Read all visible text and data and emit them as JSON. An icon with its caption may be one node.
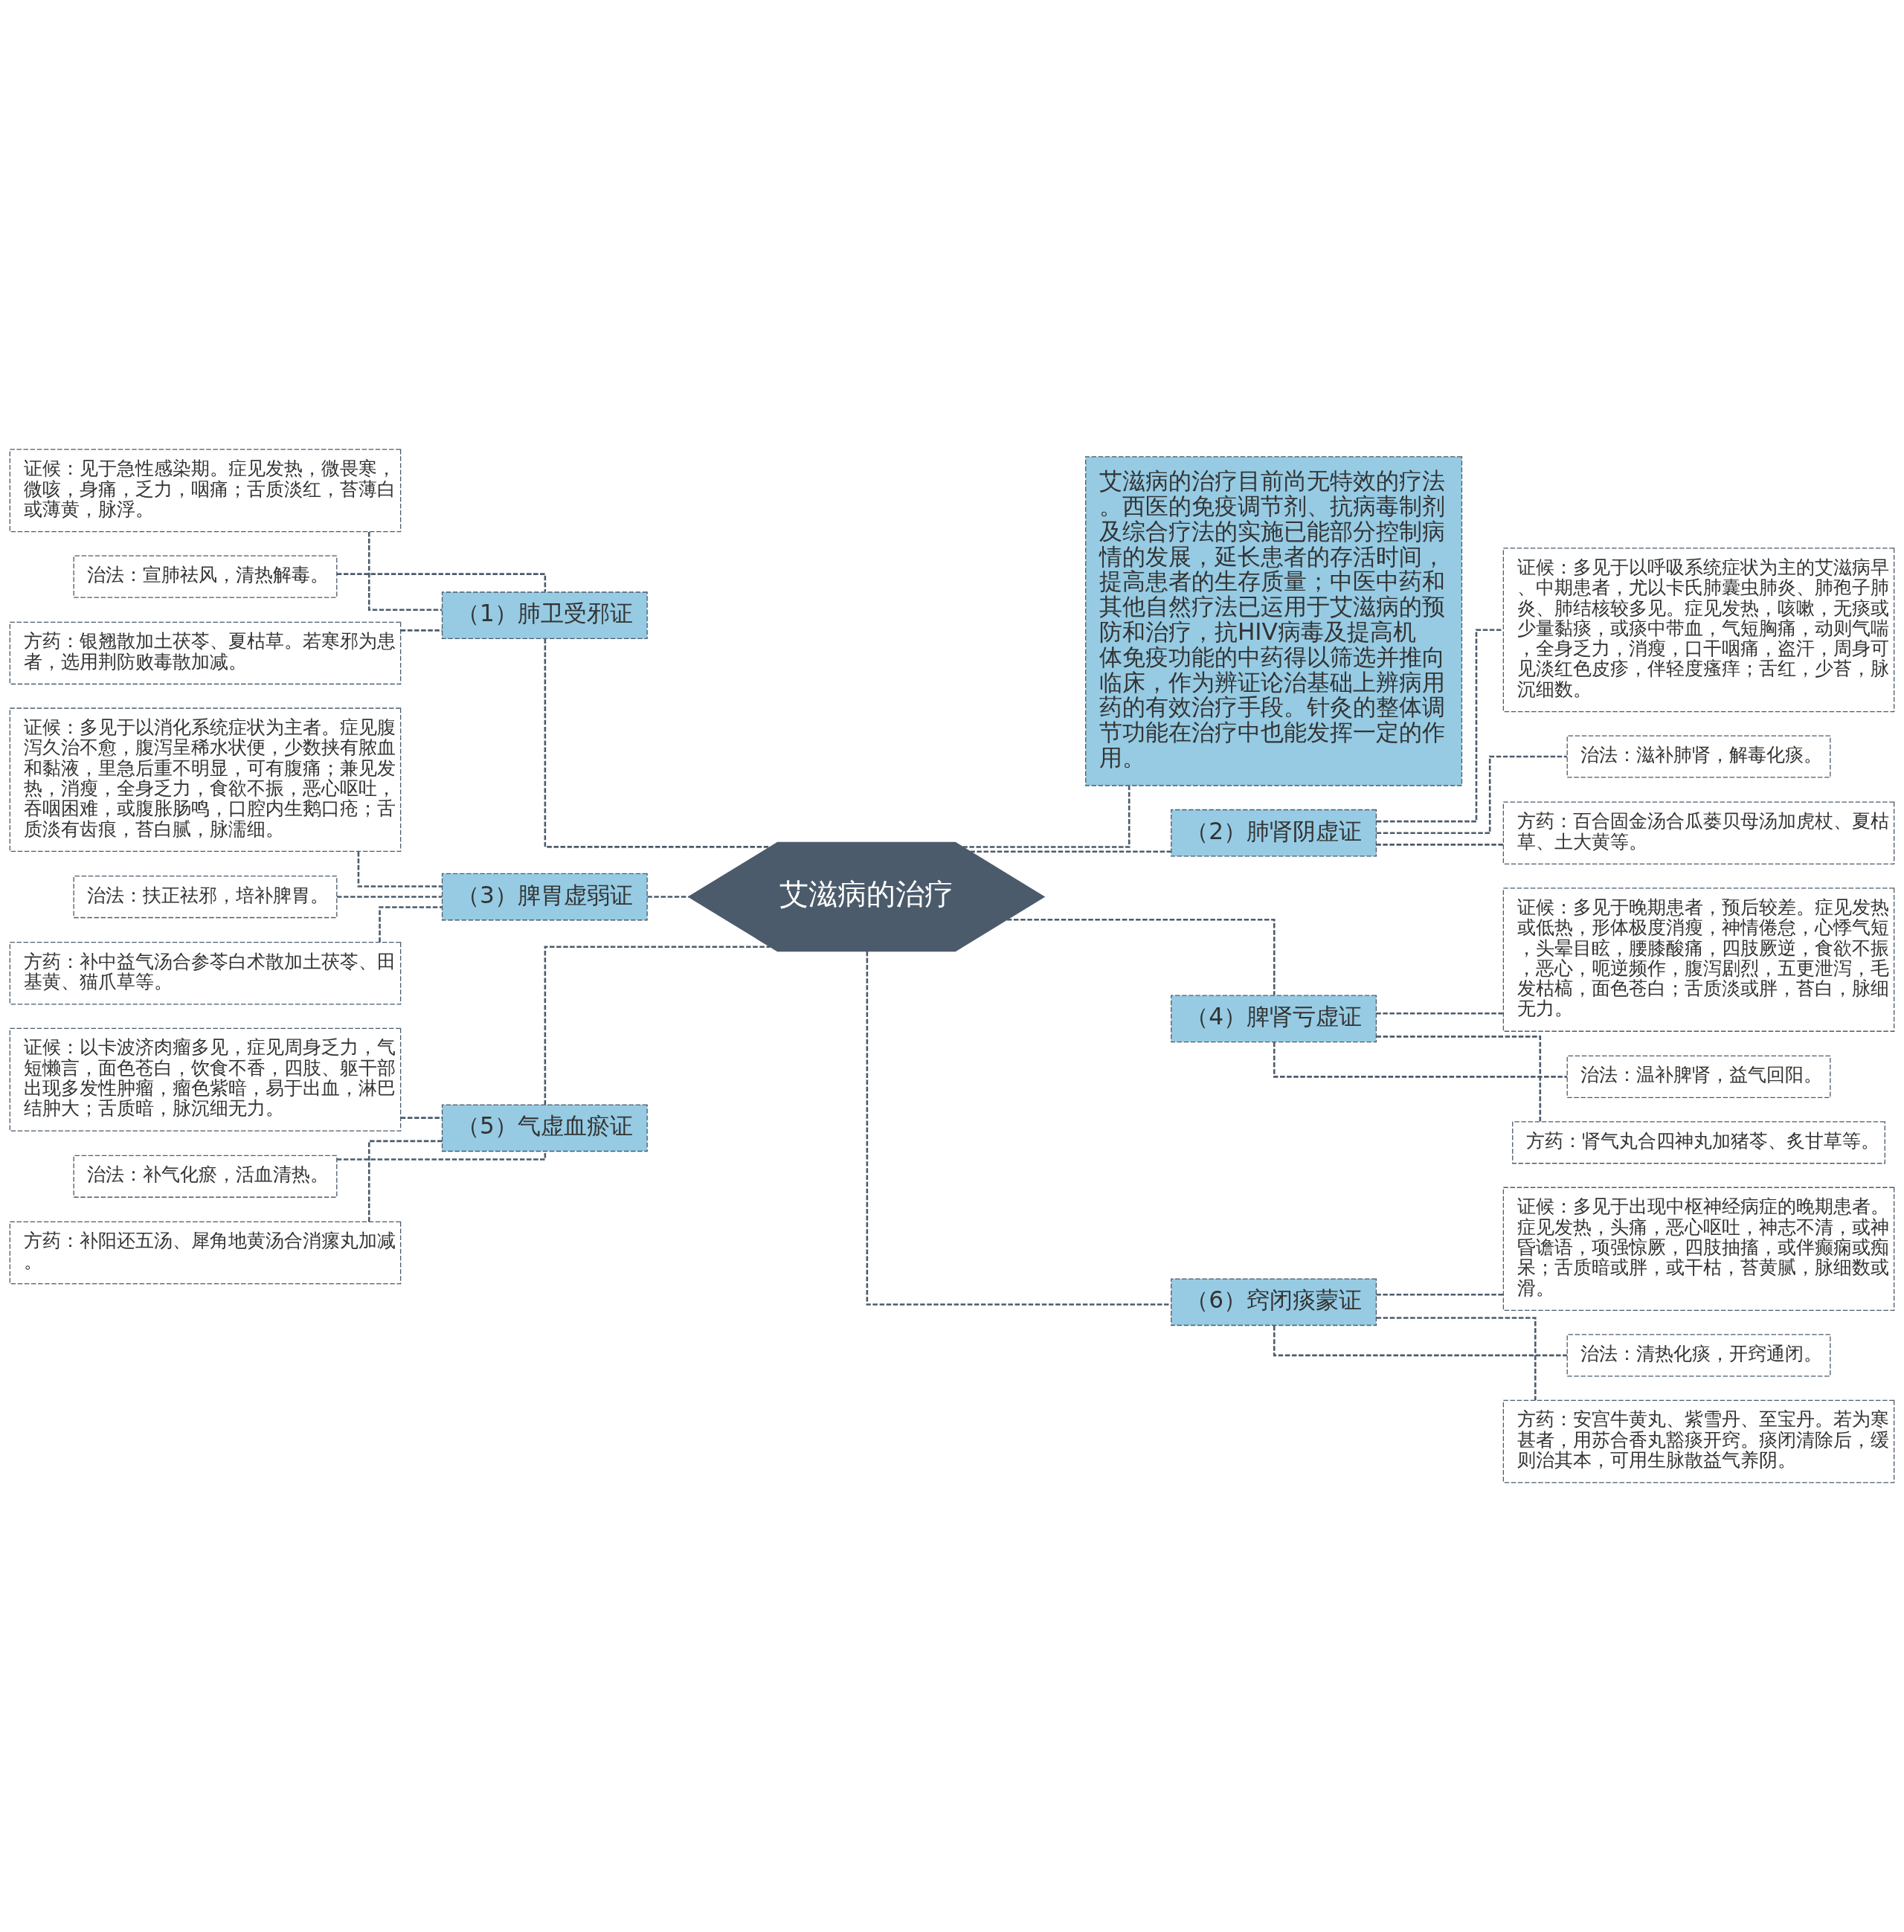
{
  "diagram": {
    "nodes": [
      {
        "text": [
          "艾滋病的治疗"
        ]
      },
      {
        "text": [
          "艾滋病的治疗目前尚无特效的疗法。西医的免疫调节剂、抗病毒制剂及综合疗法的实施已能部分控制病情的发展，延长患者的存活时间，提高患者的生存质量；中医中药和其他自然疗法已运用于艾滋病的预防和治疗，抗HIV病毒及提高机体免疫功能的中药得以筛选并推向临床，作为辨证论治基础上辨病用药的有效治疗手段。针灸的整体调节功能在治疗中也能发挥一定的作用。"
        ]
      },
      {
        "text": [
          "（1）肺卫受邪证"
        ]
      },
      {
        "text": [
          "证候：见于急性感染期。症见发热，微畏寒，微咳，身痛，乏力，咽痛；舌质淡红，苔薄白或薄黄，脉浮。"
        ]
      },
      {
        "text": [
          "治法：宣肺祛风，清热解毒。"
        ]
      },
      {
        "text": [
          "方药：银翘散加土茯苓、夏枯草。若寒邪为患者，选用荆防败毒散加减。"
        ]
      },
      {
        "text": [
          "（2）肺肾阴虚证"
        ]
      },
      {
        "text": [
          "证候：多见于以呼吸系统症状为主的艾滋病早、中期患者，尤以卡氏肺囊虫肺炎、肺孢子肺炎、肺结核较多见。症见发热，咳嗽，无痰或少量黏痰，或痰中带血，气短胸痛，动则气喘，全身乏力，消瘦，口干咽痛，盗汗，周身可见淡红色皮疹，伴轻度瘙痒；舌红，少苔，脉沉细数。"
        ]
      },
      {
        "text": [
          "治法：滋补肺肾，解毒化痰。"
        ]
      },
      {
        "text": [
          "方药：百合固金汤合瓜蒌贝母汤加虎杖、夏枯草、土大黄等。"
        ]
      },
      {
        "text": [
          "（3）脾胃虚弱证"
        ]
      },
      {
        "text": [
          "证候：多见于以消化系统症状为主者。症见腹泻久治不愈，腹泻呈稀水状便，少数挟有脓血和黏液，里急后重不明显，可有腹痛；兼见发热，消瘦，全身乏力，食欲不振，恶心呕吐，吞咽困难，或腹胀肠鸣，口腔内生鹅口疮；舌质淡有齿痕，苔白腻，脉濡细。"
        ]
      },
      {
        "text": [
          "治法：扶正祛邪，培补脾胃。"
        ]
      },
      {
        "text": [
          "方药：补中益气汤合参苓白术散加土茯苓、田基黄、猫爪草等。"
        ]
      },
      {
        "text": [
          "（4）脾肾亏虚证"
        ]
      },
      {
        "text": [
          "证候：多见于晚期患者，预后较差。症见发热或低热，形体极度消瘦，神情倦怠，心悸气短，头晕目眩，腰膝酸痛，四肢厥逆，食欲不振，恶心，呃逆频作，腹泻剧烈，五更泄泻，毛发枯槁，面色苍白；舌质淡或胖，苔白，脉细无力。"
        ]
      },
      {
        "text": [
          "治法：温补脾肾，益气回阳。"
        ]
      },
      {
        "text": [
          "方药：肾气丸合四神丸加猪苓、炙甘草等。"
        ]
      },
      {
        "text": [
          "（5）气虚血瘀证"
        ]
      },
      {
        "text": [
          "证候：以卡波济肉瘤多见，症见周身乏力，气短懒言，面色苍白，饮食不香，四肢、躯干部出现多发性肿瘤，瘤色紫暗，易于出血，淋巴结肿大；舌质暗，脉沉细无力。"
        ]
      },
      {
        "text": [
          "治法：补气化瘀，活血清热。"
        ]
      },
      {
        "text": [
          "方药：补阳还五汤、犀角地黄汤合消瘰丸加减。"
        ]
      },
      {
        "text": [
          "（6）窍闭痰蒙证"
        ]
      },
      {
        "text": [
          "证候：多见于出现中枢神经病症的晚期患者。症见发热，头痛，恶心呕吐，神志不清，或神昏谵语，项强惊厥，四肢抽搐，或伴癫痫或痴呆；舌质暗或胖，或干枯，苔黄腻，脉细数或滑。"
        ]
      },
      {
        "text": [
          "治法：清热化痰，开窍通闭。"
        ]
      },
      {
        "text": [
          "方药：安宫牛黄丸、紫雪丹、至宝丹。若为寒甚者，用苏合香丸豁痰开窍。痰闭清除后，缓则治其本，可用生脉散益气养阴。"
        ]
      }
    ],
    "edges": [
      {
        "from": 0,
        "to": 1,
        "arrow": "none",
        "style": "dashed"
      },
      {
        "from": 0,
        "to": 2,
        "arrow": "none",
        "style": "dashed"
      },
      {
        "from": 2,
        "to": 3,
        "arrow": "none",
        "style": "dashed"
      },
      {
        "from": 2,
        "to": 4,
        "arrow": "none",
        "style": "dashed"
      },
      {
        "from": 2,
        "to": 5,
        "arrow": "none",
        "style": "dashed"
      },
      {
        "from": 0,
        "to": 6,
        "arrow": "none",
        "style": "dashed"
      },
      {
        "from": 6,
        "to": 7,
        "arrow": "none",
        "style": "dashed"
      },
      {
        "from": 6,
        "to": 8,
        "arrow": "none",
        "style": "dashed"
      },
      {
        "from": 6,
        "to": 9,
        "arrow": "none",
        "style": "dashed"
      },
      {
        "from": 0,
        "to": 10,
        "arrow": "none",
        "style": "dashed"
      },
      {
        "from": 10,
        "to": 11,
        "arrow": "none",
        "style": "dashed"
      },
      {
        "from": 10,
        "to": 12,
        "arrow": "none",
        "style": "dashed"
      },
      {
        "from": 10,
        "to": 13,
        "arrow": "none",
        "style": "dashed"
      },
      {
        "from": 0,
        "to": 14,
        "arrow": "none",
        "style": "dashed"
      },
      {
        "from": 14,
        "to": 15,
        "arrow": "none",
        "style": "dashed"
      },
      {
        "from": 14,
        "to": 16,
        "arrow": "none",
        "style": "dashed"
      },
      {
        "from": 14,
        "to": 17,
        "arrow": "none",
        "style": "dashed"
      },
      {
        "from": 0,
        "to": 18,
        "arrow": "none",
        "style": "dashed"
      },
      {
        "from": 18,
        "to": 19,
        "arrow": "none",
        "style": "dashed"
      },
      {
        "from": 18,
        "to": 20,
        "arrow": "none",
        "style": "dashed"
      },
      {
        "from": 18,
        "to": 21,
        "arrow": "none",
        "style": "dashed"
      },
      {
        "from": 0,
        "to": 22,
        "arrow": "none",
        "style": "dashed"
      },
      {
        "from": 22,
        "to": 23,
        "arrow": "none",
        "style": "dashed"
      },
      {
        "from": 22,
        "to": 24,
        "arrow": "none",
        "style": "dashed"
      },
      {
        "from": 22,
        "to": 25,
        "arrow": "none",
        "style": "dashed"
      }
    ]
  }
}
